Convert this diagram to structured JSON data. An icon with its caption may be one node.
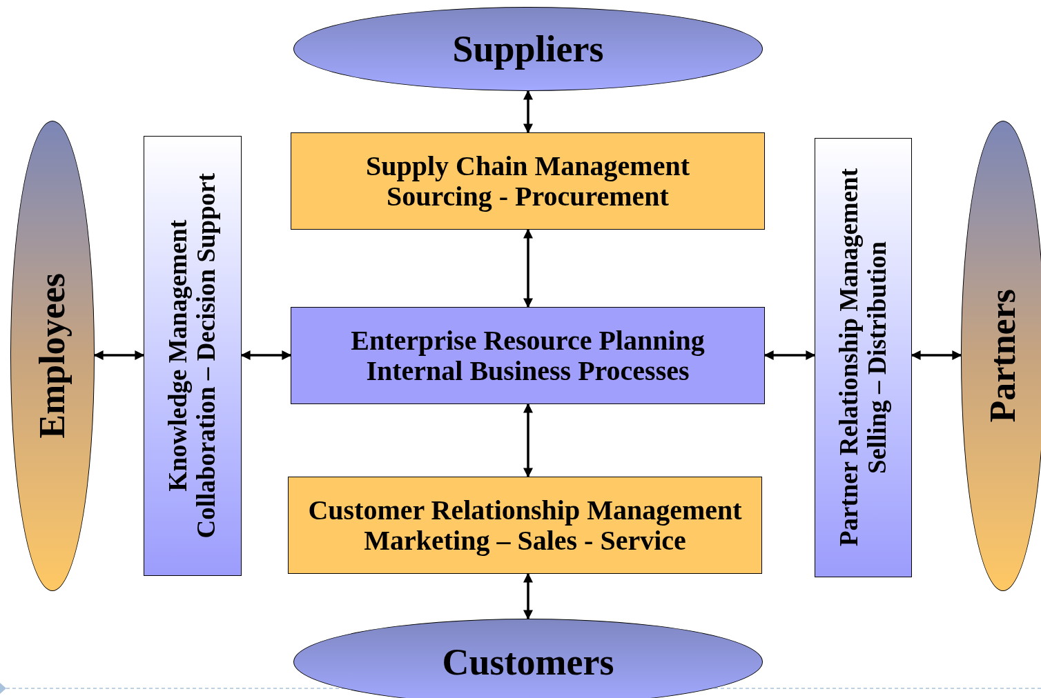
{
  "diagram": {
    "nodes": [
      {
        "text": [
          "Suppliers"
        ]
      },
      {
        "text": [
          "Supply Chain Management",
          "Sourcing - Procurement"
        ]
      },
      {
        "text": [
          "Enterprise Resource Planning",
          "Internal Business Processes"
        ]
      },
      {
        "text": [
          "Customer Relationship Management",
          "Marketing – Sales - Service"
        ]
      },
      {
        "text": [
          "Customers"
        ]
      },
      {
        "text": [
          "Employees"
        ]
      },
      {
        "text": [
          "Knowledge Management",
          "Collaboration – Decision Support"
        ]
      },
      {
        "text": [
          "Partner Relationship Management",
          "Selling – Distribution"
        ]
      },
      {
        "text": [
          "Partners"
        ]
      }
    ],
    "edges": [
      {
        "from": 0,
        "to": 1,
        "arrow": "both"
      },
      {
        "from": 1,
        "to": 2,
        "arrow": "both"
      },
      {
        "from": 2,
        "to": 3,
        "arrow": "both"
      },
      {
        "from": 3,
        "to": 4,
        "arrow": "both"
      },
      {
        "from": 5,
        "to": 6,
        "arrow": "both"
      },
      {
        "from": 6,
        "to": 2,
        "arrow": "both"
      },
      {
        "from": 2,
        "to": 7,
        "arrow": "both"
      },
      {
        "from": 7,
        "to": 8,
        "arrow": "both"
      }
    ]
  }
}
